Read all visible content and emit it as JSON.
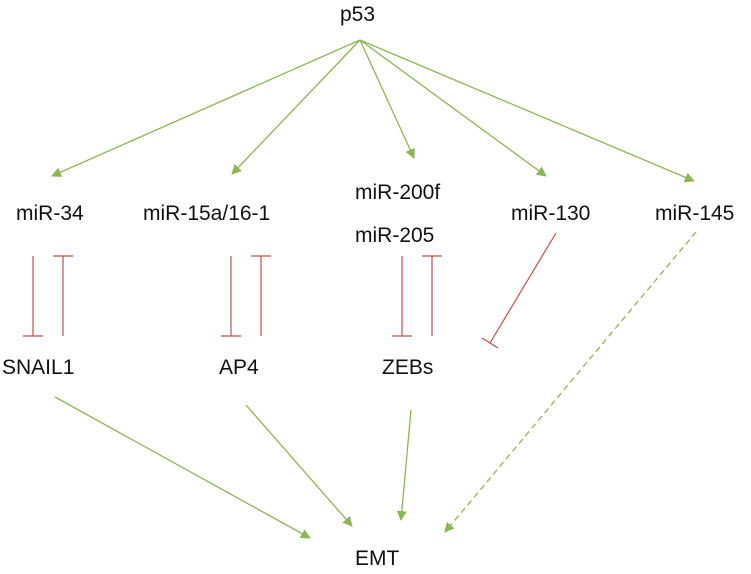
{
  "nodes": {
    "p53": "p53",
    "mir34": "miR-34",
    "mir15": "miR-15a/16-1",
    "mir200": "miR-200f",
    "mir205": "miR-205",
    "mir130": "miR-130",
    "mir145": "miR-145",
    "snail": "SNAIL1",
    "ap4": "AP4",
    "zebs": "ZEBs",
    "emt": "EMT"
  },
  "colors": {
    "activation": "#8db652",
    "inhibition": "#c0504d"
  },
  "edges": [
    {
      "from": "p53",
      "to": "miR-34",
      "type": "activation"
    },
    {
      "from": "p53",
      "to": "miR-15a/16-1",
      "type": "activation"
    },
    {
      "from": "p53",
      "to": "miR-200f",
      "type": "activation"
    },
    {
      "from": "p53",
      "to": "miR-130",
      "type": "activation"
    },
    {
      "from": "p53",
      "to": "miR-145",
      "type": "activation"
    },
    {
      "from": "miR-34",
      "to": "SNAIL1",
      "type": "inhibition"
    },
    {
      "from": "SNAIL1",
      "to": "miR-34",
      "type": "inhibition"
    },
    {
      "from": "miR-15a/16-1",
      "to": "AP4",
      "type": "inhibition"
    },
    {
      "from": "AP4",
      "to": "miR-15a/16-1",
      "type": "inhibition"
    },
    {
      "from": "miR-205",
      "to": "ZEBs",
      "type": "inhibition"
    },
    {
      "from": "ZEBs",
      "to": "miR-205",
      "type": "inhibition"
    },
    {
      "from": "miR-130",
      "to": "ZEBs",
      "type": "inhibition"
    },
    {
      "from": "SNAIL1",
      "to": "EMT",
      "type": "activation"
    },
    {
      "from": "AP4",
      "to": "EMT",
      "type": "activation"
    },
    {
      "from": "ZEBs",
      "to": "EMT",
      "type": "activation"
    },
    {
      "from": "miR-145",
      "to": "EMT",
      "type": "activation-dashed"
    }
  ]
}
